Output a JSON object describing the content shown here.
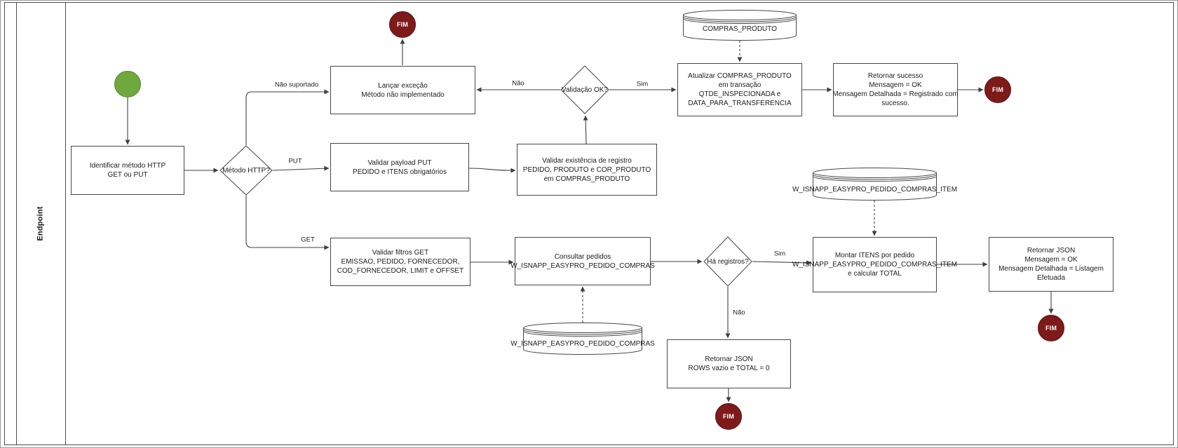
{
  "lane": {
    "title": "Endpoint"
  },
  "colors": {
    "start_fill": "#6fa83d",
    "start_stroke": "#588a2e",
    "end_fill": "#7e1a1a",
    "end_stroke": "#5d1111",
    "line": "#3f3f3f",
    "shape_stroke": "#474747"
  },
  "nodes": {
    "identificar_metodo": {
      "text": "Identificar método HTTP\nGET ou PUT"
    },
    "metodo_http": {
      "text": "Método HTTP?"
    },
    "lancar_excecao": {
      "text": "Lançar exceção\nMétodo não implementado"
    },
    "validar_payload": {
      "text": "Validar payload PUT\nPEDIDO e ITENS obrigatórios"
    },
    "validar_existencia": {
      "text": "Validar existência de registro\nPEDIDO, PRODUTO e COR_PRODUTO\nem COMPRAS_PRODUTO"
    },
    "validacao_ok": {
      "text": "Validação OK?"
    },
    "atualizar_compras": {
      "text": "Atualizar COMPRAS_PRODUTO\nem transação\nQTDE_INSPECIONADA e\nDATA_PARA_TRANSFERENCIA"
    },
    "retornar_sucesso": {
      "text": "Retornar sucesso\nMensagem = OK\nMensagem Detalhada = Registrado com\nsucesso."
    },
    "validar_filtros": {
      "text": "Validar filtros GET\nEMISSAO, PEDIDO, FORNECEDOR,\nCOD_FORNECEDOR, LIMIT e OFFSET"
    },
    "consultar_pedidos": {
      "text": "Consultar pedidos\nW_ISNAPP_EASYPRO_PEDIDO_COMPRAS"
    },
    "ha_registros": {
      "text": "Há registros?"
    },
    "montar_itens": {
      "text": "Montar ITENS por pedido\nW_ISNAPP_EASYPRO_PEDIDO_COMPRAS_ITEM\ne calcular TOTAL"
    },
    "retornar_listagem": {
      "text": "Retornar JSON\nMensagem = OK\nMensagem Detalhada = Listagem\nEfetuada"
    },
    "retornar_vazio": {
      "text": "Retornar JSON\nROWS vazio e TOTAL = 0"
    },
    "fim": {
      "text": "FIM"
    }
  },
  "datastores": {
    "compras_produto": {
      "label": "COMPRAS_PRODUTO"
    },
    "pedido_compras": {
      "label": "W_ISNAPP_EASYPRO_PEDIDO_COMPRAS"
    },
    "pedido_compras_item": {
      "label": "W_ISNAPP_EASYPRO_PEDIDO_COMPRAS_ITEM"
    }
  },
  "edge_labels": {
    "nao_suportado": "Não suportado",
    "put": "PUT",
    "get": "GET",
    "validacao_nao": "Não",
    "validacao_sim": "Sim",
    "registros_sim": "Sim",
    "registros_nao": "Não"
  }
}
